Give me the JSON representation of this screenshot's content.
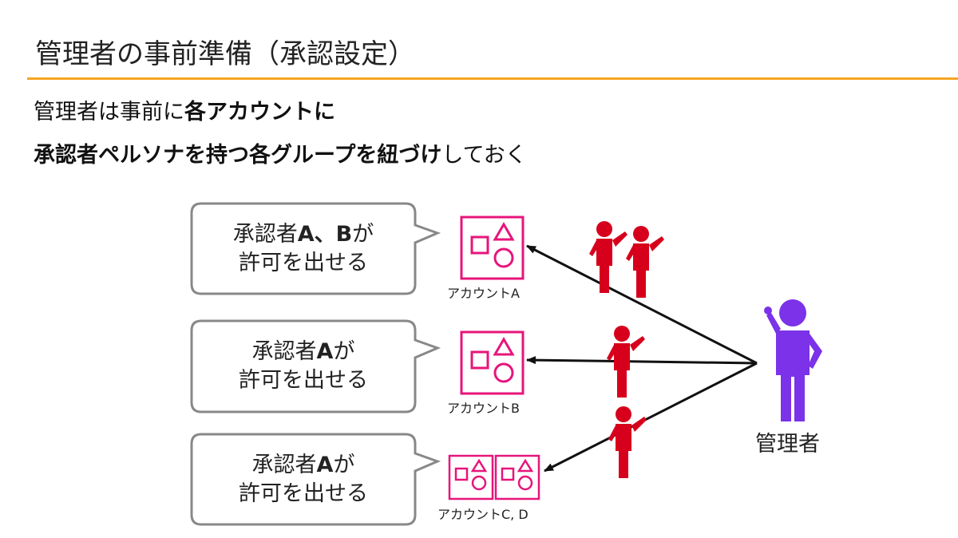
{
  "title": "管理者の事前準備（承認設定）",
  "subtitle": {
    "line1_normal": "管理者は事前に",
    "line1_bold": "各アカウントに",
    "line2_bold": "承認者ペルソナを持つ各グループを紐づけ",
    "line2_normal": "しておく"
  },
  "bubbles": [
    {
      "prefix": "承認者",
      "approvers": "A、B",
      "suffix": "が",
      "line2": "許可を出せる"
    },
    {
      "prefix": "承認者",
      "approvers": "A",
      "suffix": "が",
      "line2": "許可を出せる"
    },
    {
      "prefix": "承認者",
      "approvers": "A",
      "suffix": "が",
      "line2": "許可を出せる"
    }
  ],
  "accounts": [
    "アカウントA",
    "アカウントB",
    "アカウントC, D"
  ],
  "admin_label": "管理者",
  "colors": {
    "accent_rule": "#f5a623",
    "account_icon": "#e7157b",
    "approver_figure": "#d6001c",
    "admin_figure": "#7b32e8",
    "bubble_border": "#888888"
  }
}
